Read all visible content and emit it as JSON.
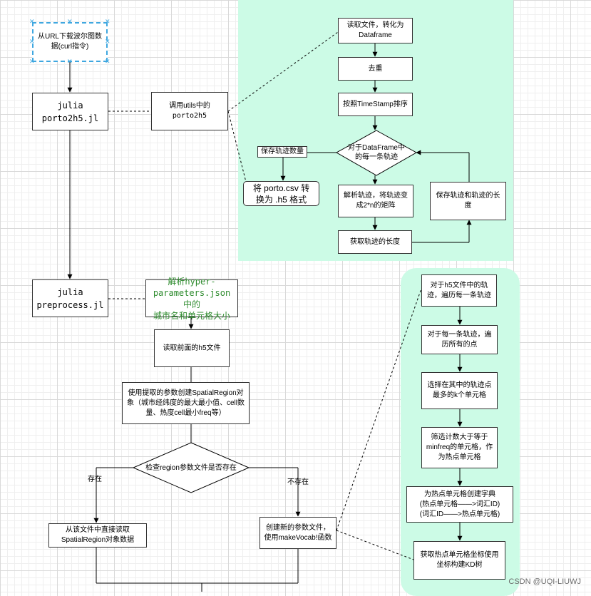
{
  "left": {
    "download": "从URL下载波尔图数据(curl指令)",
    "porto2h5_l1": "julia",
    "porto2h5_l2": "porto2h5.jl",
    "call_utils_l1": "调用utils中的",
    "call_utils_l2": "porto2h5",
    "preprocess_l1": "julia",
    "preprocess_l2": "preprocess.jl",
    "parse_hyper_l1": "解析hyper-",
    "parse_hyper_l2": "parameters.json中的",
    "parse_hyper_l3": "城市名和单元格大小",
    "read_h5": "读取前面的h5文件",
    "create_region": "使用提取的参数创建SpatialRegion对象（城市经纬度的最大最小值、cell数量、热度cell最小freq等）",
    "check_region": "检查region参数文件是否存在",
    "exists": "存在",
    "not_exists": "不存在",
    "read_directly": "从该文件中直接读取SpatialRegion对象数据",
    "create_new": "创建新的参数文件，使用makeVocab!函数"
  },
  "top_right": {
    "read_file": "读取文件，转化为Dataframe",
    "dedup": "去重",
    "sort": "按照TimeStamp排序",
    "for_each": "对于DataFrame中的每一条轨迹",
    "save_count": "保存轨迹数量",
    "convert_l1": "将 porto.csv 转",
    "convert_l2": "换为 .h5 格式",
    "parse_traj": "解析轨迹，将轨迹变成2*n的矩阵",
    "get_length": "获取轨迹的长度",
    "save_traj": "保存轨迹和轨迹的长度"
  },
  "bottom_right": {
    "for_h5": "对于h5文件中的轨迹，遍历每一条轨迹",
    "for_each_traj": "对于每一条轨迹，遍历所有的点",
    "select_k": "选择在其中的轨迹点最多的k个单元格",
    "filter": "筛选计数大于等于minfreq的单元格，作为热点单元格",
    "dict_l1": "为热点单元格创建字典",
    "dict_l2": "(热点单元格——>词汇ID)",
    "dict_l3": "(词汇ID——>热点单元格)",
    "kdtree": "获取热点单元格坐标使用坐标构建KD树"
  },
  "watermark": "CSDN @UQI-LIUWJ"
}
